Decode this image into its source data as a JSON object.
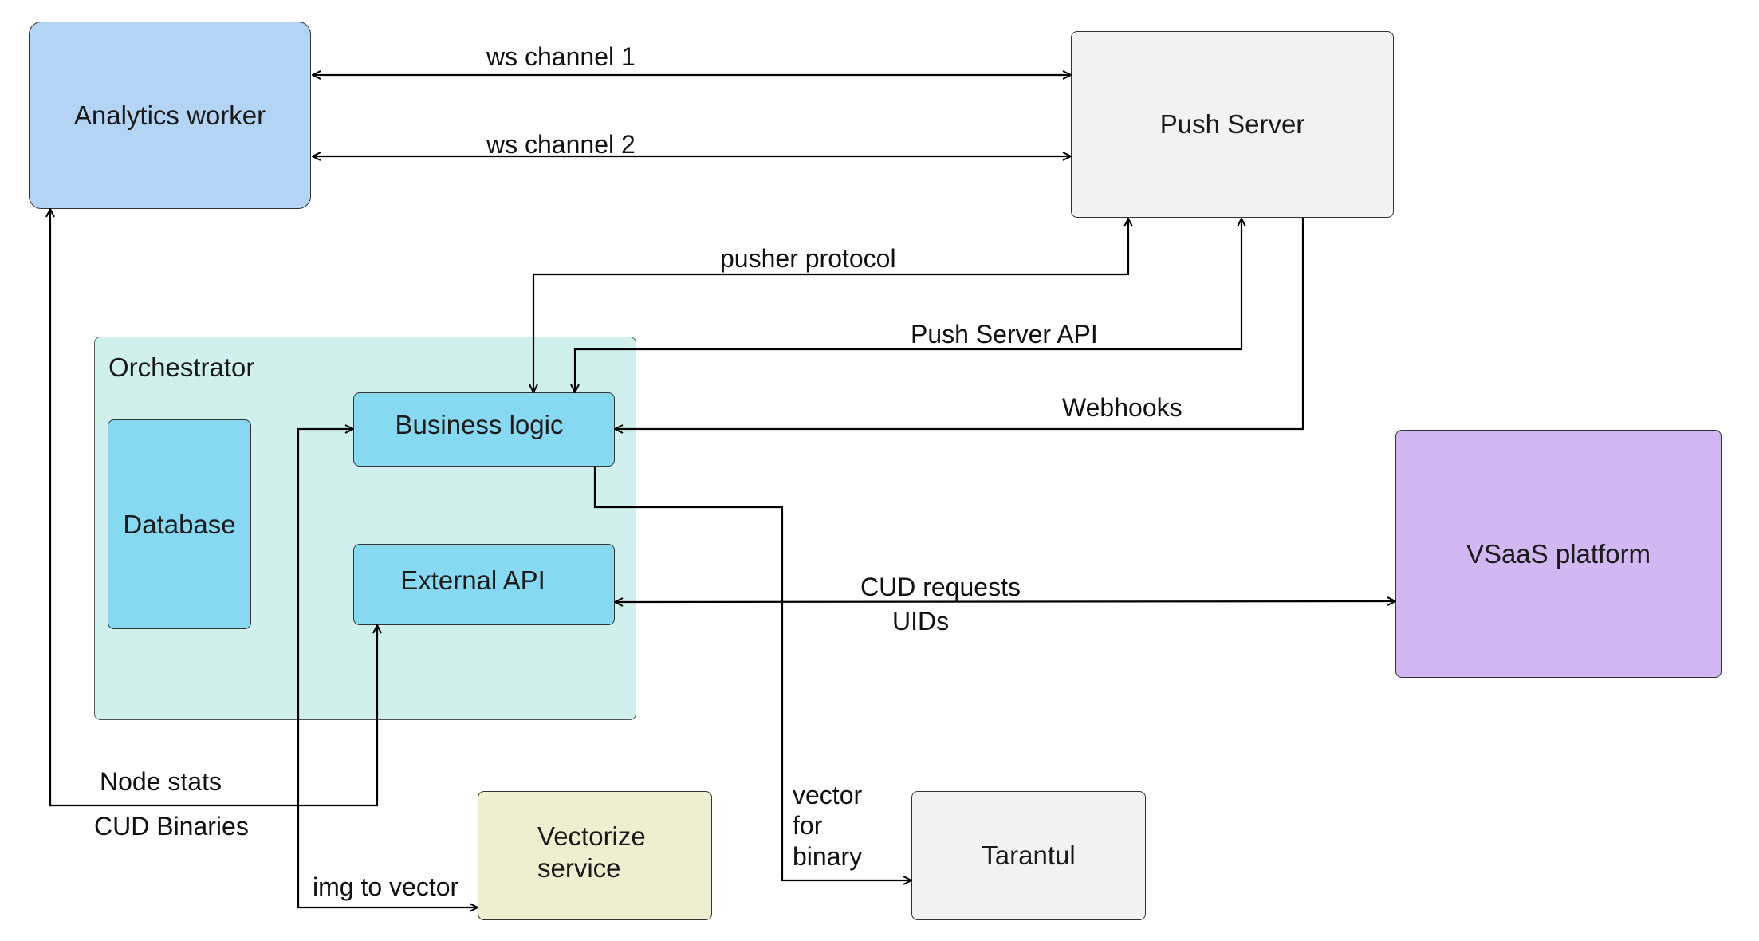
{
  "nodes": {
    "analytics_worker": {
      "label": "Analytics worker",
      "color": "#b3d4f5"
    },
    "push_server": {
      "label": "Push Server",
      "color": "#f2f2f2"
    },
    "orchestrator": {
      "label": "Orchestrator",
      "color": "#d0f0ee"
    },
    "database": {
      "label": "Database",
      "color": "#87d9f2"
    },
    "business_logic": {
      "label": "Business logic",
      "color": "#87d9f2"
    },
    "external_api": {
      "label": "External API",
      "color": "#87d9f2"
    },
    "vsaas_platform": {
      "label": "VSaaS platform",
      "color": "#d1b8f2"
    },
    "vectorize_service": {
      "label": "Vectorize\nservice",
      "color": "#eeefce"
    },
    "tarantul": {
      "label": "Tarantul",
      "color": "#f2f2f2"
    }
  },
  "edges": {
    "ws_channel_1": "ws channel 1",
    "ws_channel_2": "ws channel 2",
    "pusher_protocol": "pusher protocol",
    "push_server_api": "Push Server API",
    "webhooks": "Webhooks",
    "cud_requests": "CUD requests",
    "uids": "UIDs",
    "node_stats": "Node stats",
    "cud_binaries": "CUD Binaries",
    "img_to_vector": "img to vector",
    "vector_for_binary": "vector\nfor\nbinary"
  }
}
